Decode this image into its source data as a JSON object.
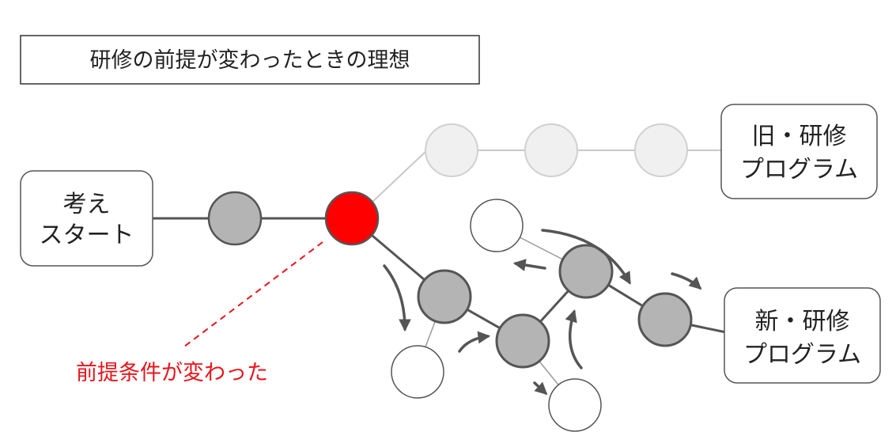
{
  "title": "研修の前提が変わったときの理想",
  "start_box": {
    "lines": [
      "考え",
      "スタート"
    ]
  },
  "old_program_box": {
    "lines": [
      "旧・研修",
      "プログラム"
    ]
  },
  "new_program_box": {
    "lines": [
      "新・研修",
      "プログラム"
    ]
  },
  "premise_changed_label": "前提条件が変わった",
  "colors": {
    "node_gray": "#b4b4b4",
    "node_light": "#f0f0f0",
    "node_red": "#ff0000",
    "line_dark": "#555555",
    "line_light": "#c8c8c8",
    "accent_red": "#e8141b"
  }
}
